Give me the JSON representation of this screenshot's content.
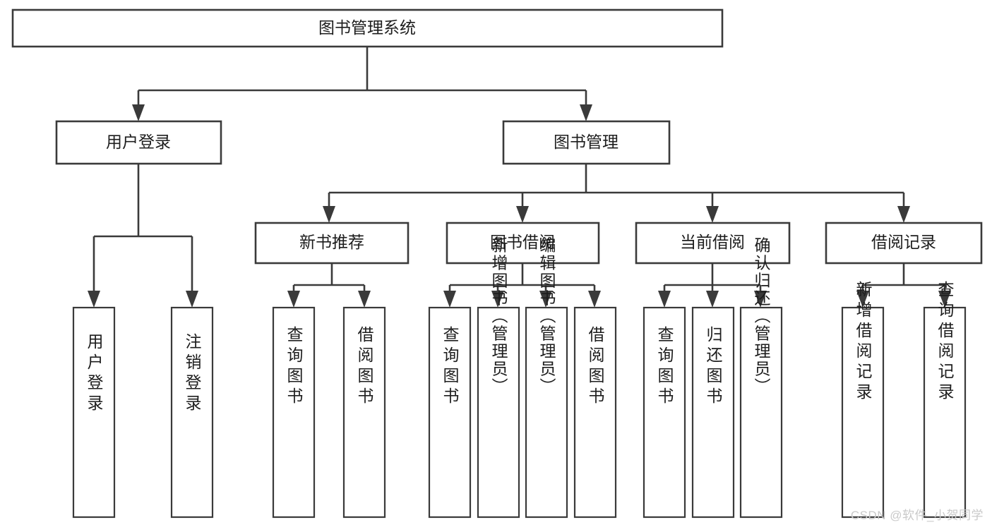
{
  "diagram": {
    "type": "tree",
    "title": "图书管理系统",
    "watermark": "CSDN @软件_小贺同学",
    "colors": {
      "background": "#ffffff",
      "stroke": "#3a3a3a",
      "text": "#1d1d1d",
      "watermark": "#c9c9c9"
    },
    "root": {
      "label": "图书管理系统"
    },
    "level2": [
      {
        "label": "用户登录"
      },
      {
        "label": "图书管理"
      }
    ],
    "level3": [
      {
        "label": "新书推荐"
      },
      {
        "label": "图书借阅"
      },
      {
        "label": "当前借阅"
      },
      {
        "label": "借阅记录"
      }
    ],
    "leaves": {
      "user_login": [
        {
          "label": "用户登录"
        },
        {
          "label": "注销登录"
        }
      ],
      "new_book_recommend": [
        {
          "label": "查询图书"
        },
        {
          "label": "借阅图书"
        }
      ],
      "book_borrow": [
        {
          "label": "查询图书"
        },
        {
          "label": "新增图书（管理员）"
        },
        {
          "label": "编辑图书（管理员）"
        },
        {
          "label": "借阅图书"
        }
      ],
      "current_borrow": [
        {
          "label": "查询图书"
        },
        {
          "label": "归还图书"
        },
        {
          "label": "确认归还（管理员）"
        }
      ],
      "borrow_record": [
        {
          "label": "新增借阅记录"
        },
        {
          "label": "查询借阅记录"
        }
      ]
    }
  }
}
